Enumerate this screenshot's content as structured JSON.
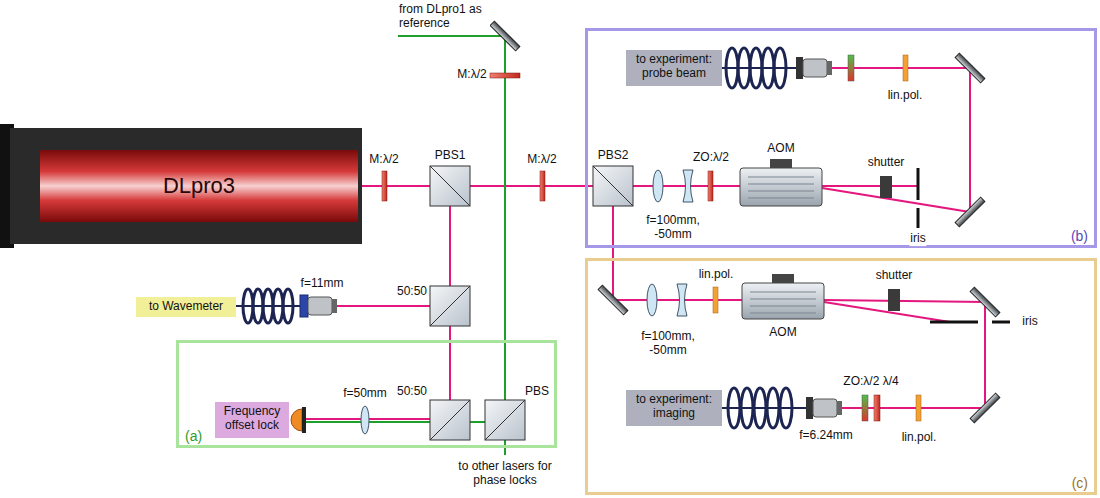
{
  "diagram": {
    "nodes": [
      {
        "text": [
          "DLpro3"
        ]
      },
      {
        "text": [
          "(b)"
        ]
      },
      {
        "text": [
          "to experiment: probe beam"
        ],
        "in": 1
      },
      {
        "text": [
          "to Wavemeter"
        ]
      },
      {
        "text": [
          "(a)"
        ]
      },
      {
        "text": [
          "Frequency offset lock"
        ],
        "in": 4
      },
      {
        "text": [
          "(c)"
        ]
      },
      {
        "text": [
          "to experiment: imaging"
        ],
        "in": 6
      }
    ],
    "labels": [
      "from DLpro1 as reference",
      "M:λ/2",
      "M:λ/2",
      "PBS1",
      "M:λ/2",
      "PBS2",
      "f=100mm, -50mm",
      "ZO:λ/2",
      "AOM",
      "shutter",
      "iris",
      "lin.pol.",
      "f=11mm",
      "50:50",
      "50:50",
      "PBS",
      "f=50mm",
      "to other lasers for phase locks",
      "lin.pol.",
      "AOM",
      "shutter",
      "iris",
      "f=100mm, -50mm",
      "ZO:λ/2 λ/4",
      "lin.pol.",
      "f=6.24mm"
    ]
  }
}
